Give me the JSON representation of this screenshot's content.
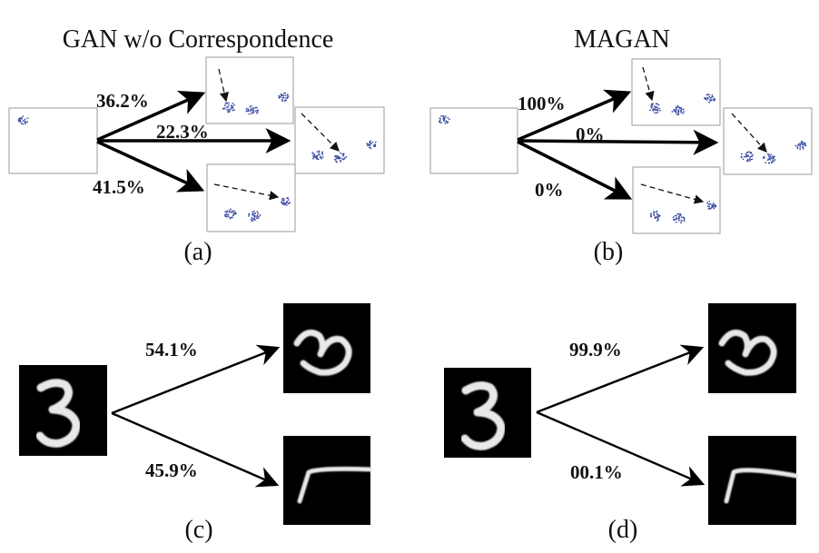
{
  "panel_a": {
    "title": "GAN w/o Correspondence",
    "caption": "(a)",
    "pct_top": "36.2%",
    "pct_mid": "22.3%",
    "pct_bot": "41.5%"
  },
  "panel_b": {
    "title": "MAGAN",
    "caption": "(b)",
    "pct_top": "100%",
    "pct_mid": "0%",
    "pct_bot": "0%"
  },
  "panel_c": {
    "caption": "(c)",
    "pct_top": "54.1%",
    "pct_bot": "45.9%"
  },
  "panel_d": {
    "caption": "(d)",
    "pct_top": "99.9%",
    "pct_bot": "00.1%"
  },
  "colors": {
    "cluster_blue": "#3f4fa8",
    "digit_bg": "#000000",
    "digit_stroke": "#e8e8e8"
  }
}
